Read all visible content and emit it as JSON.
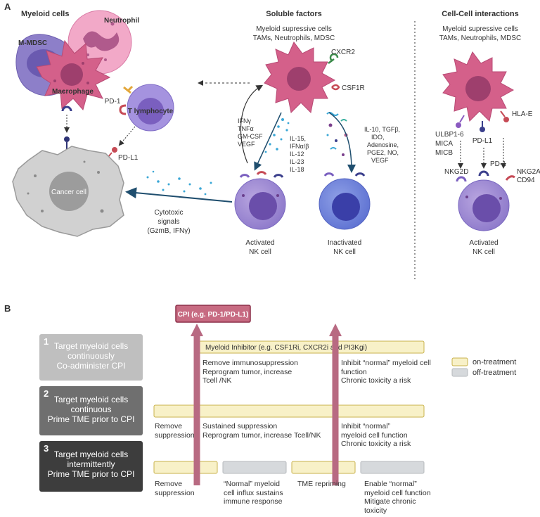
{
  "panelA": {
    "label": "A",
    "headers": {
      "myeloid": "Myeloid cells",
      "soluble": "Soluble factors",
      "cellcell": "Cell-Cell interactions"
    },
    "soluble_sub": [
      "Myeloid supressive cells",
      "TAMs, Neutrophils, MDSC"
    ],
    "cellcell_sub": [
      "Myeloid supressive cells",
      "TAMs, Neutrophils, MDSC"
    ],
    "cells": {
      "mmdsc": "M-MDSC",
      "neutrophil": "Neutrophil",
      "macrophage": "Macrophage",
      "tlymph": "T lymphocyte",
      "cancer": "Cancer cell"
    },
    "receptors": {
      "pd1": "PD-1",
      "pdl1": "PD-L1",
      "cxcr2": "CXCR2",
      "csf1r": "CSF1R"
    },
    "factors_left": [
      "IFNγ",
      "TNFα",
      "GM-CSF",
      "VEGF"
    ],
    "factors_mid": [
      "IL-15,",
      "IFNα/β",
      "IL-12",
      "IL-23",
      "IL-18"
    ],
    "factors_right": [
      "IL-10, TGFβ,",
      "IDO,",
      "Adenosine,",
      "PGE2, NO,",
      "VEGF"
    ],
    "cytotoxic": [
      "Cytotoxic",
      "signals",
      "(GzmB, IFNγ)"
    ],
    "nk_activated": [
      "Activated",
      "NK cell"
    ],
    "nk_inactivated": [
      "Inactivated",
      "NK cell"
    ],
    "cc_ligands": [
      "ULBP1-6",
      "MICA",
      "MICB"
    ],
    "cc_pdl1": "PD-L1",
    "cc_hlae": "HLA-E",
    "cc_nkg2d": "NKG2D",
    "cc_pd1": "PD-1",
    "cc_nkg2a": [
      "NKG2A/",
      "CD94"
    ],
    "cc_nk": [
      "Activated",
      "NK cell"
    ]
  },
  "panelB": {
    "label": "B",
    "cpi": "CPI (e.g. PD-1/PD-L1)",
    "legend": {
      "on": "on-treatment",
      "off": "off-treatment",
      "on_color": "#f8f1c8",
      "off_color": "#d6d9dc"
    },
    "rows": [
      {
        "num": "1",
        "lines": [
          "Target myeloid cells",
          "continuously",
          "Co-administer CPI"
        ],
        "color": "#bfbfbf"
      },
      {
        "num": "2",
        "lines": [
          "Target myeloid cells",
          "continuous",
          "Prime TME prior to CPI"
        ],
        "color": "#6f6f6f"
      },
      {
        "num": "3",
        "lines": [
          "Target myeloid cells",
          "intermittently",
          "Prime TME prior to CPI"
        ],
        "color": "#3d3d3d"
      }
    ],
    "row1": {
      "bar": "Myeloid Inhibitor (e.g. CSF1Ri, CXCR2i and PI3Kgi)",
      "mid": [
        "Remove immunosuppression",
        "Reprogram tumor, increase",
        "Tcell /NK"
      ],
      "right": [
        "Inhibit “normal” myeloid cell",
        "function",
        "Chronic toxicity a risk"
      ]
    },
    "row2": {
      "left": [
        "Remove",
        "suppression"
      ],
      "mid": [
        "Sustained suppression",
        "Reprogram tumor, increase Tcell/NK"
      ],
      "right": [
        "Inhibit “normal”",
        "myeloid cell function",
        "Chronic toxicity a risk"
      ]
    },
    "row3": {
      "a": [
        "Remove",
        "suppression"
      ],
      "b": [
        "“Normal” myeloid",
        "cell influx sustains",
        "immune response"
      ],
      "c": [
        "TME repriming"
      ],
      "d": [
        "Enable “normal”",
        "myeloid cell function",
        "Mitigate chronic",
        "toxicity"
      ]
    }
  }
}
